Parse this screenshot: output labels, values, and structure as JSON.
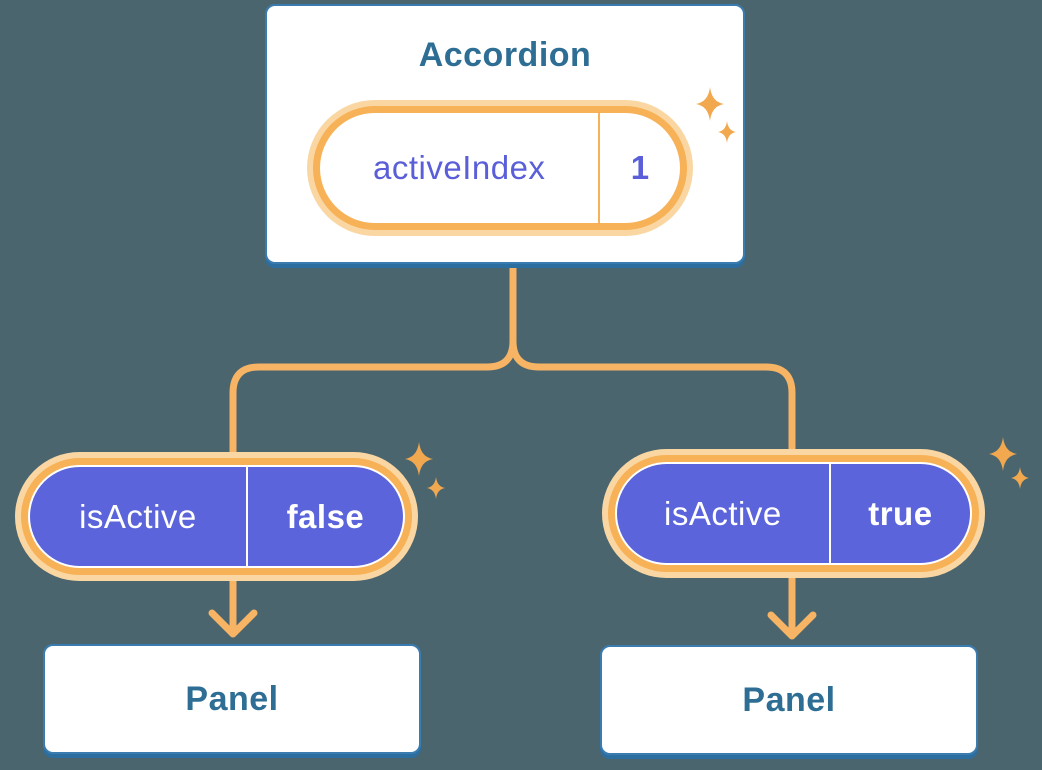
{
  "diagram": {
    "root": {
      "title": "Accordion",
      "state": {
        "name": "activeIndex",
        "value": "1"
      }
    },
    "children": [
      {
        "prop": {
          "name": "isActive",
          "value": "false"
        },
        "panel_label": "Panel"
      },
      {
        "prop": {
          "name": "isActive",
          "value": "true"
        },
        "panel_label": "Panel"
      }
    ]
  },
  "colors": {
    "background": "#4B656F",
    "card_background": "#FFFFFF",
    "card_border": "#3A7CB0",
    "card_shadow": "#2D6EA0",
    "heading_text": "#2E6E94",
    "pill_purple": "#5B64DB",
    "pill_purple_text": "#5A5FD9",
    "glow_ring": "#F7B157",
    "glow_outer": "#FAD7A2",
    "connector_line": "#F6B464",
    "sparkle": "#F2A84E"
  }
}
